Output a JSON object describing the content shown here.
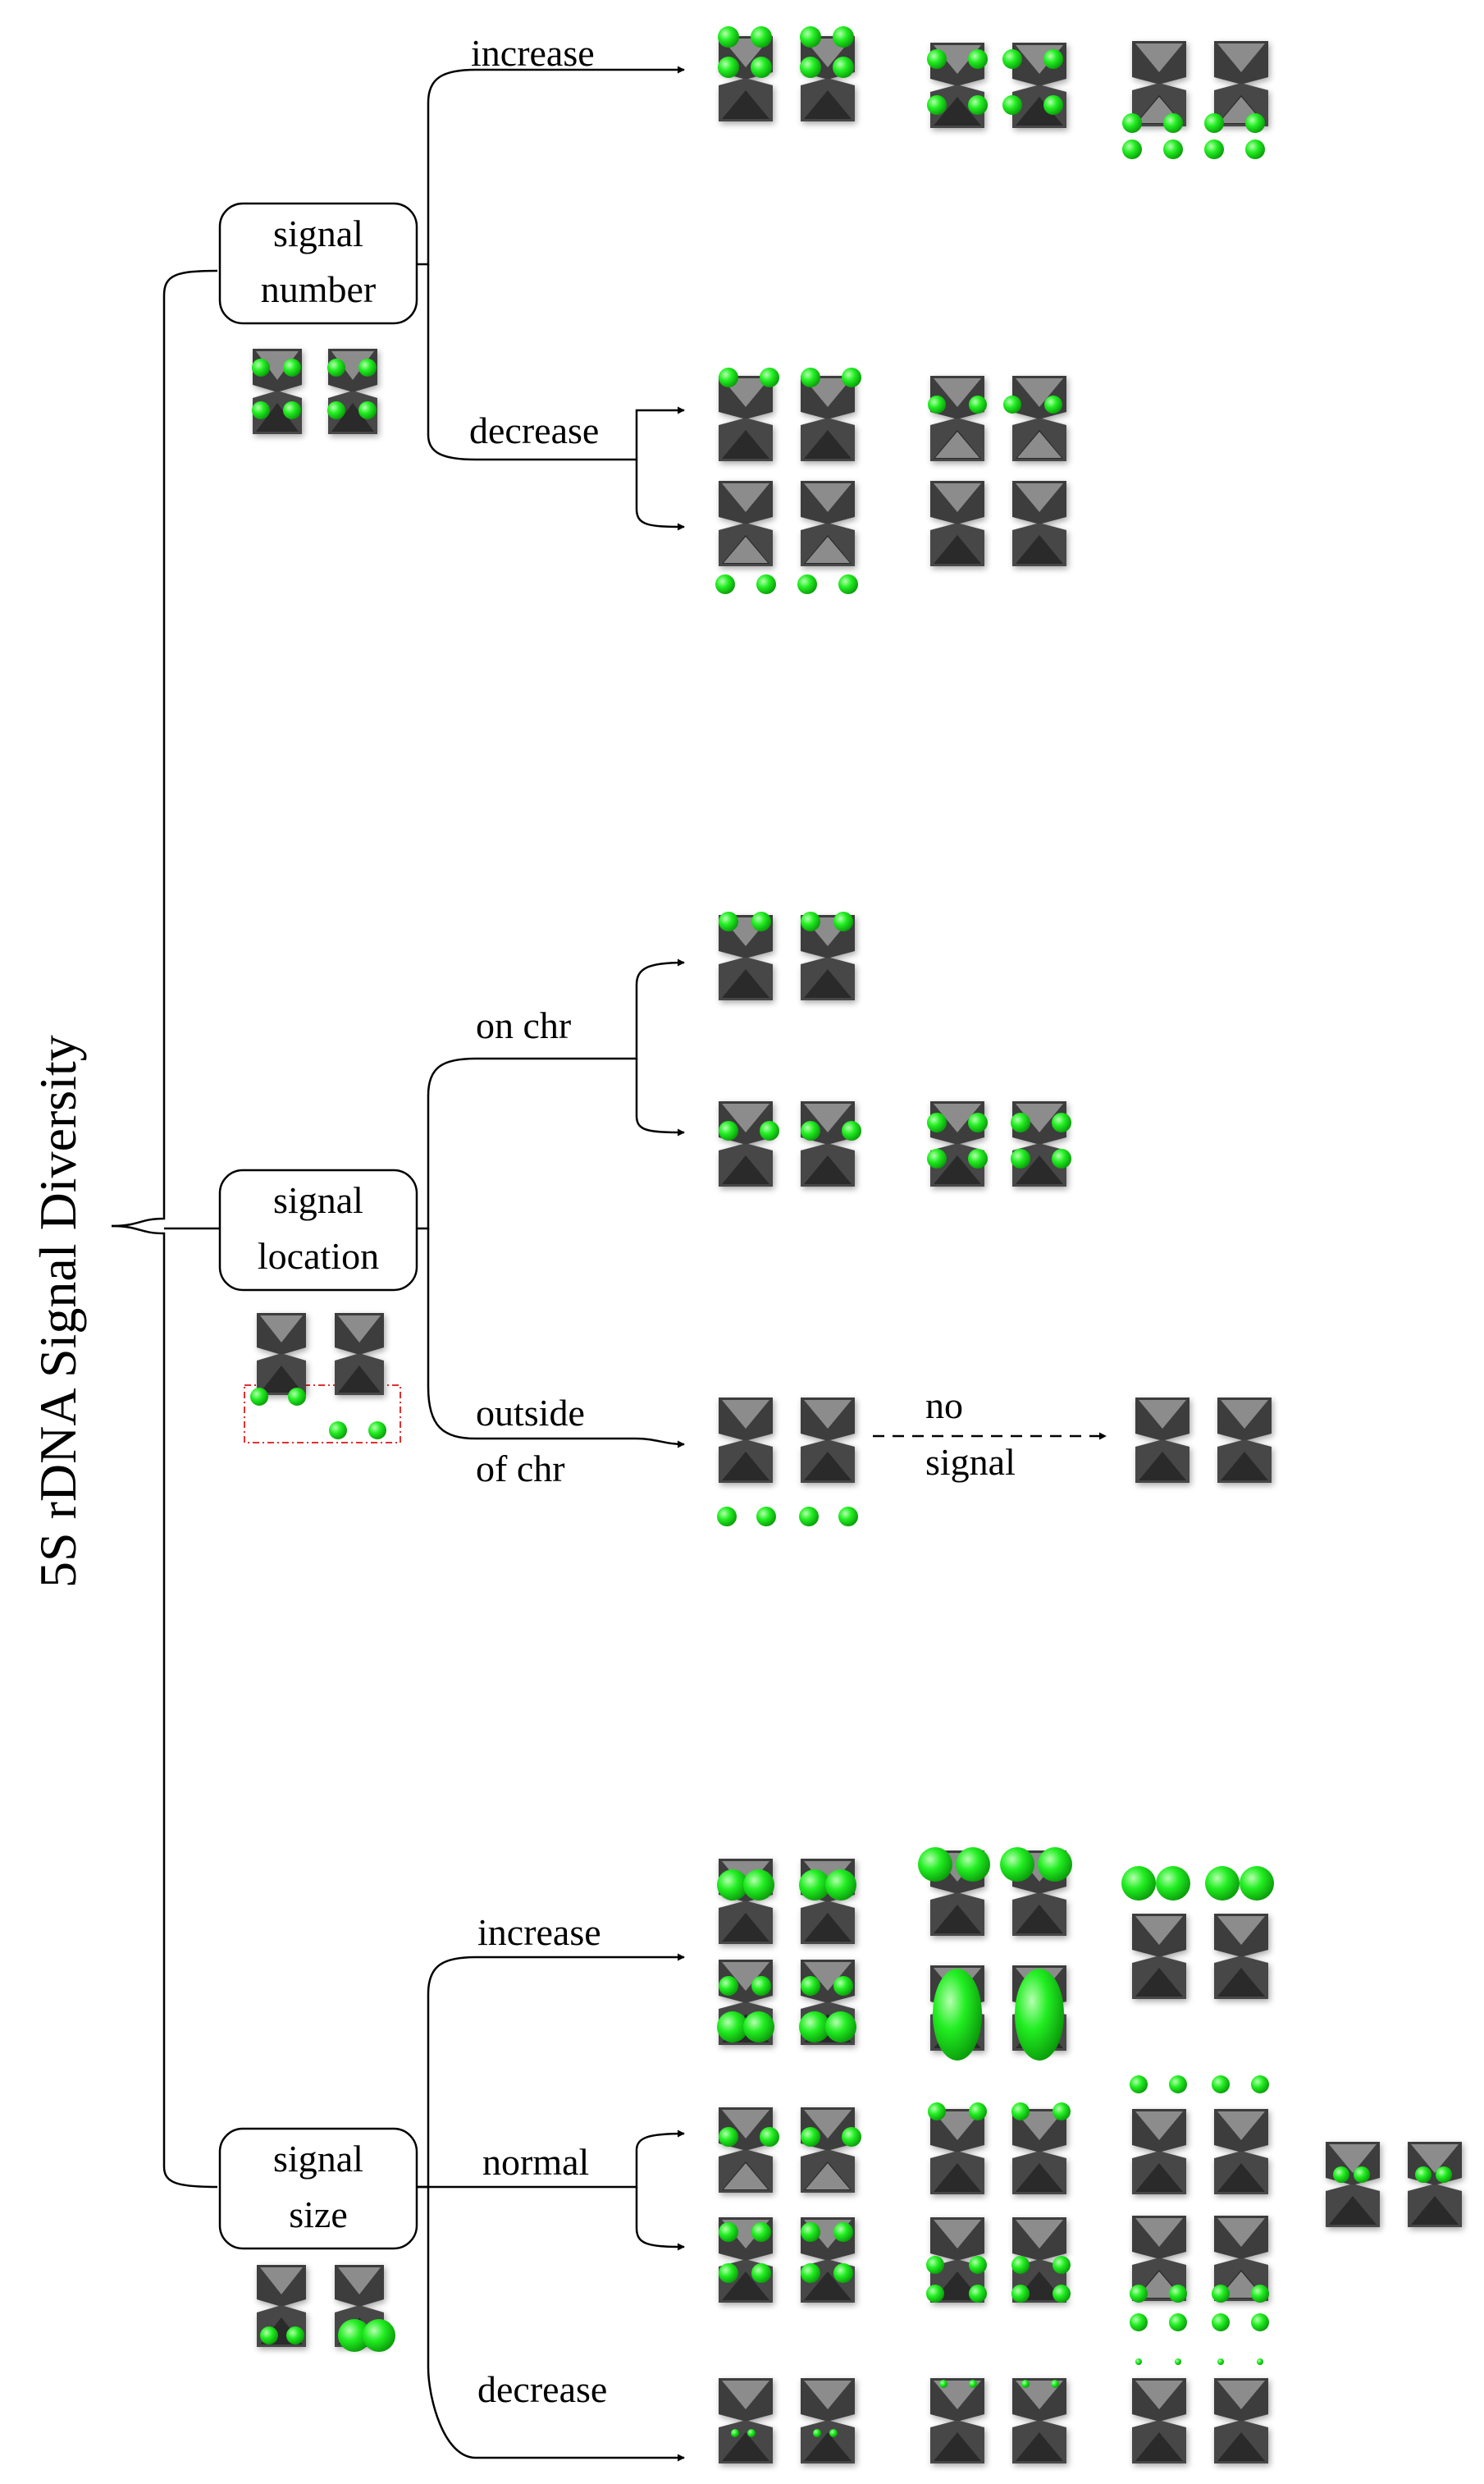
{
  "title": "5S rDNA  Signal Diversity",
  "categories": {
    "number": {
      "line1": "signal",
      "line2": "number"
    },
    "location": {
      "line1": "signal",
      "line2": "location"
    },
    "size": {
      "line1": "signal",
      "line2": "size"
    }
  },
  "branches": {
    "number_increase": "increase",
    "number_decrease": "decrease",
    "location_on": "on chr",
    "location_outside_1": "outside",
    "location_outside_2": "of chr",
    "no_signal_1": "no",
    "no_signal_2": "signal",
    "size_increase": "increase",
    "size_normal": "normal",
    "size_decrease": "decrease"
  },
  "colors": {
    "signal": "#19e619",
    "signal_dark": "#0aa00a",
    "chromosome": "#4a4a4a",
    "chromosome_light": "#8a8a8a",
    "outline": "#000000",
    "highlight_box": "#e03030"
  }
}
